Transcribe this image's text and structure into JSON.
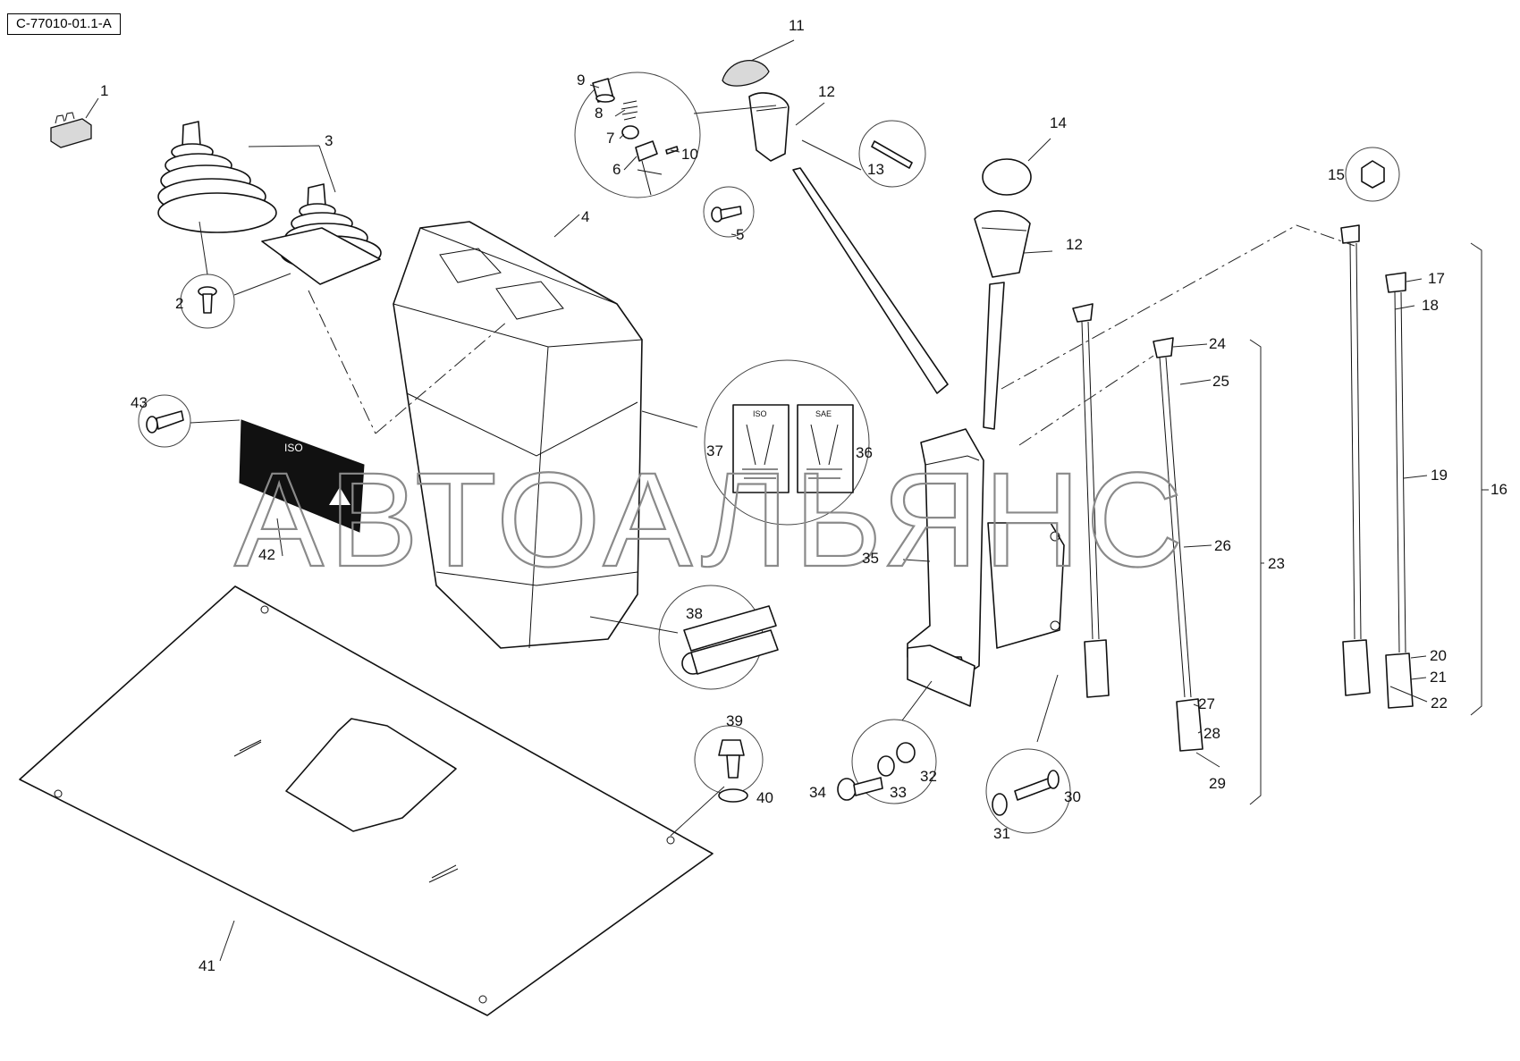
{
  "figure_code": "C-77010-01.1-A",
  "watermark": "АВТОАЛЬЯНС",
  "decal_iso_label": "ISO",
  "decal_sae_label": "SAE",
  "callouts": [
    "1",
    "2",
    "3",
    "4",
    "5",
    "6",
    "7",
    "8",
    "9",
    "10",
    "11",
    "12",
    "12",
    "13",
    "14",
    "15",
    "16",
    "17",
    "18",
    "19",
    "20",
    "21",
    "22",
    "23",
    "24",
    "25",
    "26",
    "27",
    "28",
    "29",
    "30",
    "31",
    "32",
    "33",
    "34",
    "35",
    "36",
    "37",
    "38",
    "39",
    "40",
    "41",
    "42",
    "43"
  ]
}
